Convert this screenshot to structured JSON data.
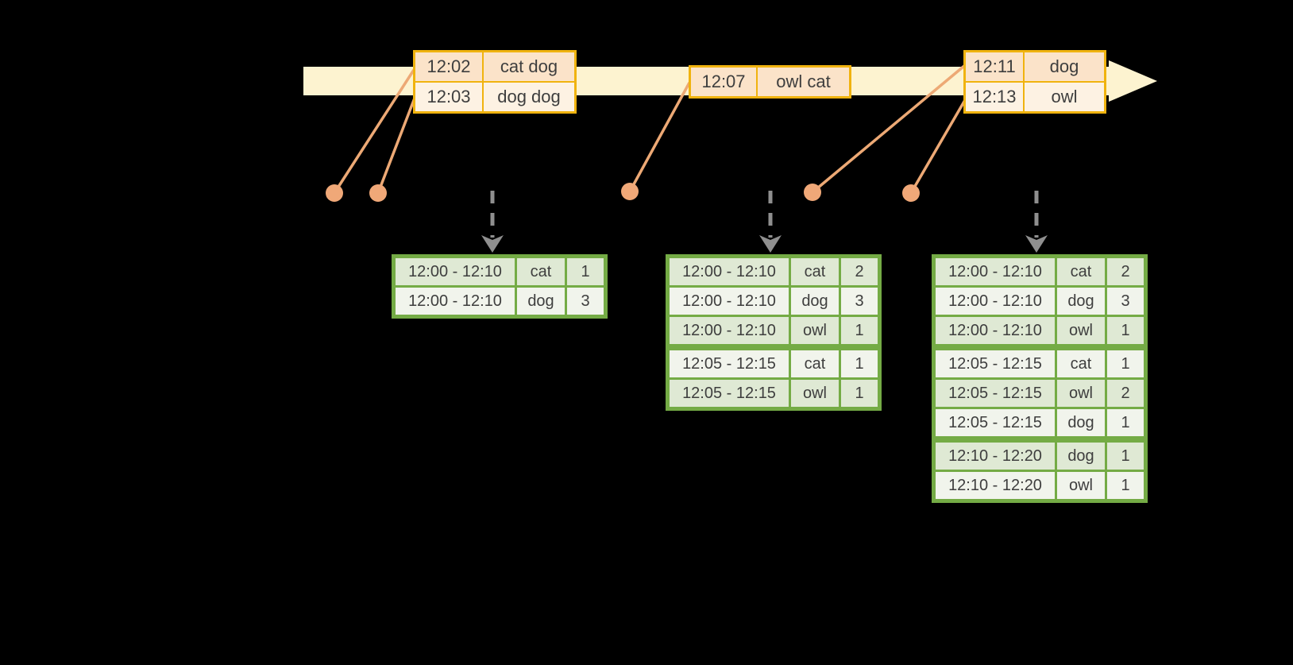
{
  "title": "windowed-word-count-stream-diagram",
  "colors": {
    "background": "#000000",
    "timeline_fill": "#fdf3d0",
    "event_border": "#f0b30f",
    "event_row_dark": "#fbe3c9",
    "event_row_light": "#fdf2e3",
    "connector": "#eda975",
    "dot": "#f0a878",
    "result_border": "#74ab45",
    "result_row_green": "#dfe9d4",
    "result_row_white": "#f1f4ec",
    "trigger_arrow": "#8f8f8f",
    "text": "#3e3e3e"
  },
  "event_tables": [
    {
      "name": "event-batch-1",
      "rows": [
        {
          "time": "12:02",
          "words": "cat dog"
        },
        {
          "time": "12:03",
          "words": "dog dog"
        }
      ]
    },
    {
      "name": "event-batch-2",
      "rows": [
        {
          "time": "12:07",
          "words": "owl cat"
        }
      ]
    },
    {
      "name": "event-batch-3",
      "rows": [
        {
          "time": "12:11",
          "words": "dog"
        },
        {
          "time": "12:13",
          "words": "owl"
        }
      ]
    }
  ],
  "result_tables": [
    {
      "name": "result-table-1",
      "group_breaks": [],
      "rows": [
        {
          "window": "12:00 - 12:10",
          "word": "cat",
          "count": "1"
        },
        {
          "window": "12:00 - 12:10",
          "word": "dog",
          "count": "3"
        }
      ]
    },
    {
      "name": "result-table-2",
      "group_breaks": [
        3
      ],
      "rows": [
        {
          "window": "12:00 - 12:10",
          "word": "cat",
          "count": "2"
        },
        {
          "window": "12:00 - 12:10",
          "word": "dog",
          "count": "3"
        },
        {
          "window": "12:00 - 12:10",
          "word": "owl",
          "count": "1"
        },
        {
          "window": "12:05 - 12:15",
          "word": "cat",
          "count": "1"
        },
        {
          "window": "12:05 - 12:15",
          "word": "owl",
          "count": "1"
        }
      ]
    },
    {
      "name": "result-table-3",
      "group_breaks": [
        3,
        6
      ],
      "rows": [
        {
          "window": "12:00 - 12:10",
          "word": "cat",
          "count": "2"
        },
        {
          "window": "12:00 - 12:10",
          "word": "dog",
          "count": "3"
        },
        {
          "window": "12:00 - 12:10",
          "word": "owl",
          "count": "1"
        },
        {
          "window": "12:05 - 12:15",
          "word": "cat",
          "count": "1"
        },
        {
          "window": "12:05 - 12:15",
          "word": "owl",
          "count": "2"
        },
        {
          "window": "12:05 - 12:15",
          "word": "dog",
          "count": "1"
        },
        {
          "window": "12:10 - 12:20",
          "word": "dog",
          "count": "1"
        },
        {
          "window": "12:10 - 12:20",
          "word": "owl",
          "count": "1"
        }
      ]
    }
  ]
}
